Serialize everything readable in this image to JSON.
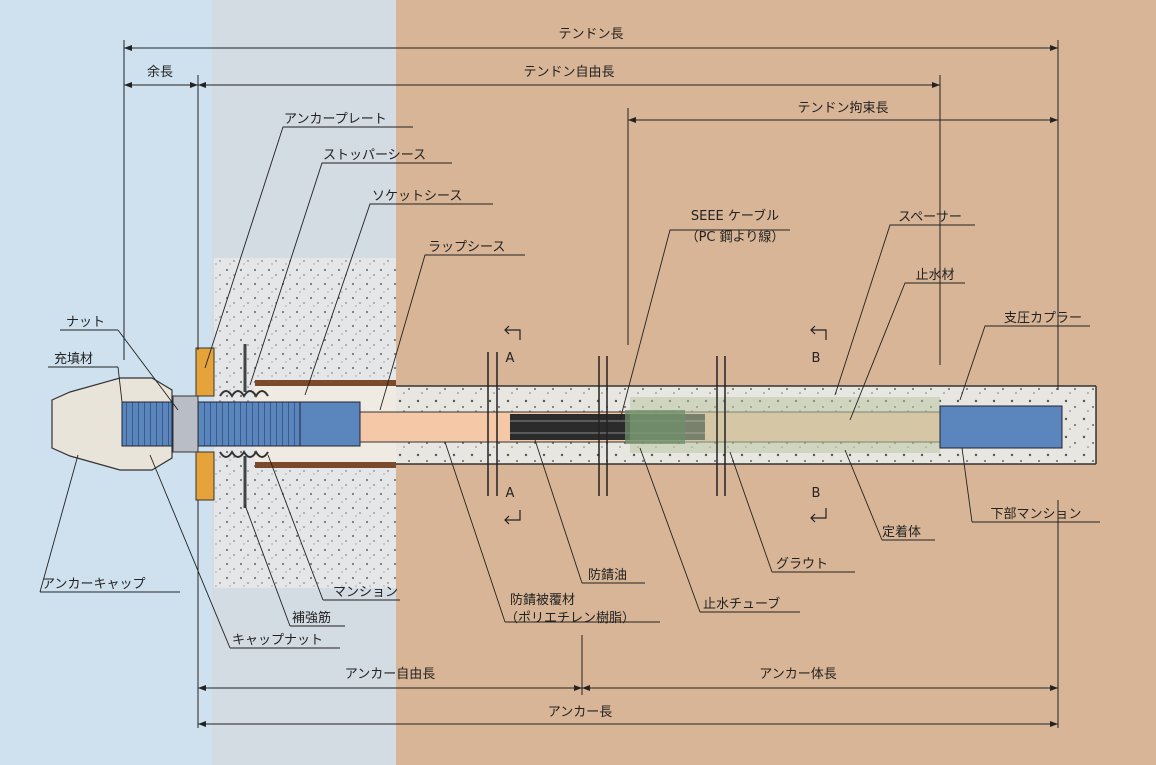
{
  "colors": {
    "bg_left": "#cfe1ef",
    "bg_mid": "#d3dbe3",
    "bg_soil": "#d8b596",
    "concrete": "#e8e6e0",
    "tendon": "#f5c8a8",
    "blue_part": "#5b86bd",
    "plate": "#e5a33a",
    "cap": "#e9e4da"
  },
  "dimensions": {
    "tendon_length": "テンドン長",
    "extra_length": "余長",
    "tendon_free_length": "テンドン自由長",
    "tendon_bond_length": "テンドン拘束長",
    "anchor_free_length": "アンカー自由長",
    "anchor_body_length": "アンカー体長",
    "anchor_length": "アンカー長"
  },
  "labels": {
    "anchor_plate": "アンカープレート",
    "stopper_sheath": "ストッパーシース",
    "socket_sheath": "ソケットシース",
    "wrap_sheath": "ラップシース",
    "seee_cable": "SEEE ケーブル",
    "pc_strand": "（PC 鋼より線）",
    "spacer": "スペーサー",
    "water_stop": "止水材",
    "bearing_coupler": "支圧カプラー",
    "nut": "ナット",
    "filler": "充填材",
    "anchor_cap": "アンカーキャップ",
    "cap_nut": "キャップナット",
    "reinforcement": "補強筋",
    "mansion": "マンション",
    "anti_rust_oil": "防錆油",
    "anti_rust_coating": "防錆被覆材",
    "polyethylene": "（ポリエチレン樹脂）",
    "water_stop_tube": "止水チューブ",
    "grout": "グラウト",
    "anchor_body": "定着体",
    "lower_mansion": "下部マンション"
  },
  "sections": {
    "a_top": "A",
    "a_bottom": "A",
    "b_top": "B",
    "b_bottom": "B"
  }
}
